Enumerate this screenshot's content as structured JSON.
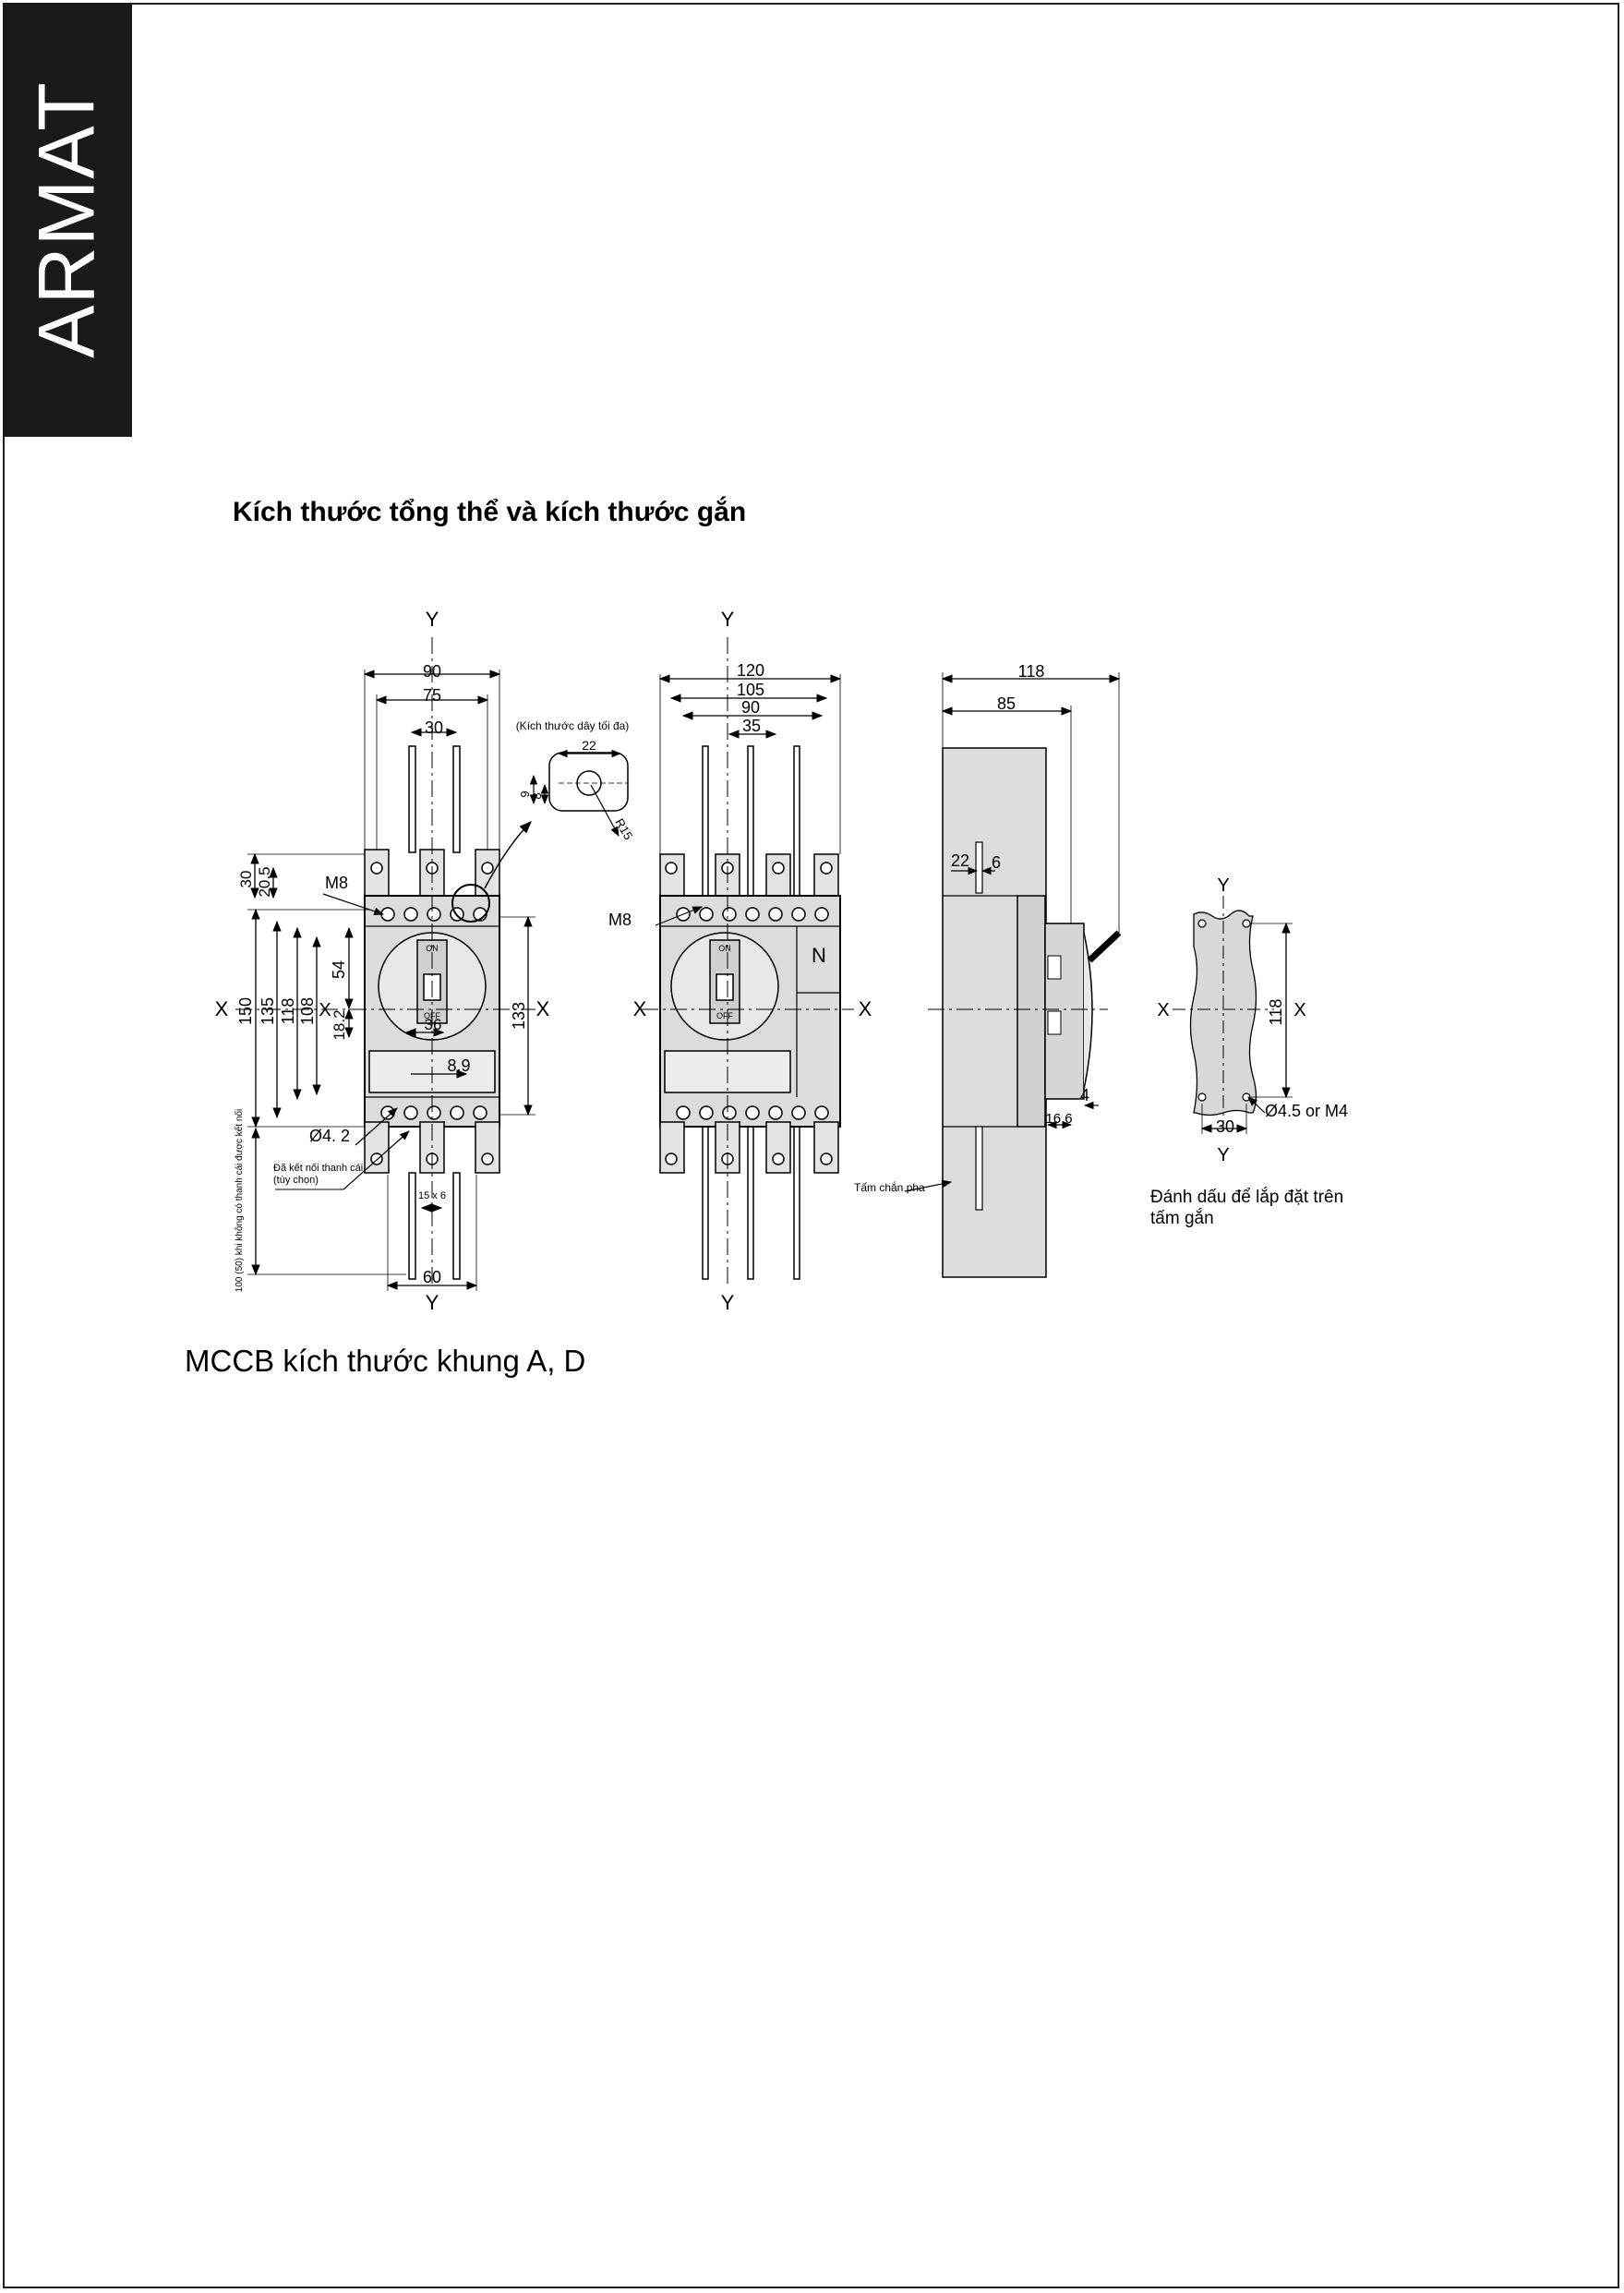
{
  "brand": "ARMAT",
  "heading": "Kích thước tổng thể và kích thước gắn",
  "caption": "MCCB kích thước khung A, D",
  "axes": {
    "x": "X",
    "y": "Y"
  },
  "front3p": {
    "width_outer": "90",
    "width_mid": "75",
    "pole_pitch": "30",
    "h_30": "30",
    "h_20_5": "20.5",
    "h_150": "150",
    "h_135": "135",
    "h_118": "118",
    "h_108": "108",
    "h_54": "54",
    "h_18_2": "18.2",
    "h_133": "133",
    "d_36": "36",
    "d_8_9": "8.9",
    "bolt": "M8",
    "hole": "Ø4. 2",
    "bottom_width": "60",
    "slot": "15 x 6",
    "busbar_note_line1": "Đã kết nối thanh cái",
    "busbar_note_line2": "(tùy chọn)",
    "side_note": "100 (50) khi không có thanh cái được kết nối"
  },
  "cable": {
    "note": "(Kích thước dây tối đa)",
    "w": "22",
    "a": "9",
    "b": "8",
    "r": "R15"
  },
  "front4p": {
    "w120": "120",
    "w105": "105",
    "w90": "90",
    "w35": "35",
    "bolt": "M8",
    "neutral": "N"
  },
  "switch": {
    "on": "ON",
    "off": "OFF"
  },
  "side": {
    "d118": "118",
    "d85": "85",
    "d22": "22",
    "d6": "6",
    "d4": "4",
    "d16_6": "16.6",
    "barrier_note": "Tấm chắn pha"
  },
  "mount": {
    "h118": "118",
    "w30": "30",
    "hole": "Ø4.5 or M4",
    "note_line1": "Đánh dấu để lắp đặt trên",
    "note_line2": "tấm gắn"
  }
}
